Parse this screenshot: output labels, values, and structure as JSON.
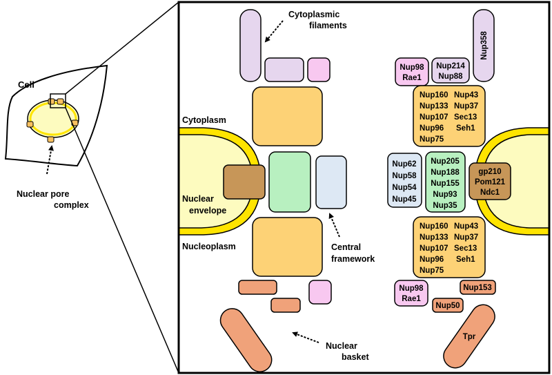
{
  "labels": {
    "cell": "Cell",
    "npc_line1": "Nuclear pore",
    "npc_line2": "complex",
    "cyto_fil_line1": "Cytoplasmic",
    "cyto_fil_line2": "filaments",
    "cytoplasm": "Cytoplasm",
    "nuc_env_line1": "Nuclear",
    "nuc_env_line2": "envelope",
    "nucleoplasm": "Nucleoplasm",
    "central_line1": "Central",
    "central_line2": "framework",
    "basket_line1": "Nuclear",
    "basket_line2": "basket"
  },
  "nups": {
    "nup358": "Nup358",
    "top_nup98": [
      "Nup98",
      "Rae1"
    ],
    "nup214": [
      "Nup214",
      "Nup88"
    ],
    "top_ring_left": [
      "Nup160",
      "Nup133",
      "Nup107",
      "Nup96",
      "Nup75"
    ],
    "top_ring_right": [
      "Nup43",
      "Nup37",
      "Sec13",
      "Seh1"
    ],
    "fg": [
      "Nup62",
      "Nup58",
      "Nup54",
      "Nup45"
    ],
    "inner": [
      "Nup205",
      "Nup188",
      "Nup155",
      "Nup93",
      "Nup35"
    ],
    "tm": [
      "gp210",
      "Pom121",
      "Ndc1"
    ],
    "bot_ring_left": [
      "Nup160",
      "Nup133",
      "Nup107",
      "Nup96",
      "Nup75"
    ],
    "bot_ring_right": [
      "Nup43",
      "Nup37",
      "Sec13",
      "Seh1"
    ],
    "bot_nup98": [
      "Nup98",
      "Rae1"
    ],
    "nup153": "Nup153",
    "nup50": "Nup50",
    "tpr": "Tpr"
  },
  "colors": {
    "cytoplasmic_filaments": "#e6d6ee",
    "nup98_pink": "#f8c8f0",
    "outer_ring": "#fdd276",
    "inner_ring": "#b8f0c0",
    "central_fg": "#dde8f4",
    "transmembrane": "#c79658",
    "basket": "#f0a27a",
    "membrane_yellow": "#ffe400",
    "nucleus_fill": "#fdfbbf"
  }
}
